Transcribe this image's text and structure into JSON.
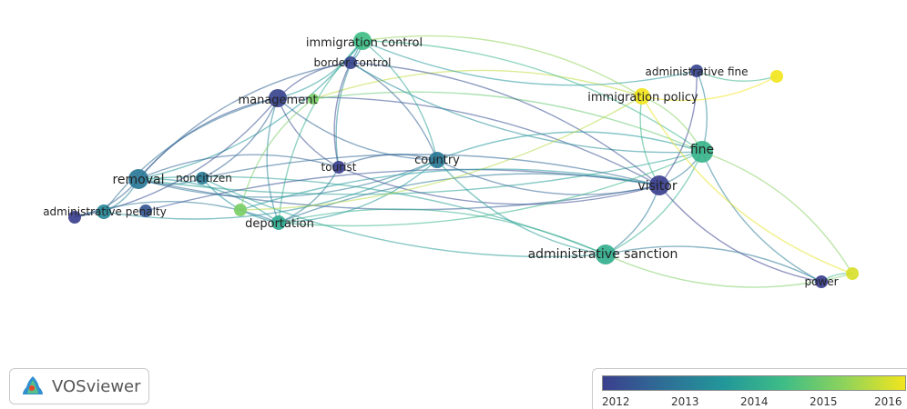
{
  "app": "VOSviewer",
  "nodes": [
    {
      "id": "immigration_control",
      "label": "immigration control",
      "year": 2014.4
    },
    {
      "id": "border_control",
      "label": "border control",
      "year": 2012.1
    },
    {
      "id": "management",
      "label": "management",
      "year": 2012.1
    },
    {
      "id": "management_b",
      "label": "",
      "year": 2015.0
    },
    {
      "id": "administrative_fine",
      "label": "administrative fine",
      "year": 2012.1
    },
    {
      "id": "fine_y",
      "label": "",
      "year": 2016.0
    },
    {
      "id": "immigration_policy",
      "label": "immigration policy",
      "year": 2016.0
    },
    {
      "id": "fine",
      "label": "fine",
      "year": 2014.2
    },
    {
      "id": "country",
      "label": "country",
      "year": 2013.0
    },
    {
      "id": "tourist",
      "label": "tourist",
      "year": 2012.0
    },
    {
      "id": "removal",
      "label": "removal",
      "year": 2013.0
    },
    {
      "id": "noncitizen",
      "label": "noncitizen",
      "year": 2013.1
    },
    {
      "id": "visitor",
      "label": "visitor",
      "year": 2012.0
    },
    {
      "id": "administrative_penalty",
      "label": "administrative penalty",
      "year": 2013.3
    },
    {
      "id": "ap_purple",
      "label": "",
      "year": 2012.0
    },
    {
      "id": "ap_blue",
      "label": "",
      "year": 2012.4
    },
    {
      "id": "deportation_g",
      "label": "",
      "year": 2015.0
    },
    {
      "id": "deportation",
      "label": "deportation",
      "year": 2014.0
    },
    {
      "id": "administrative_sanction",
      "label": "administrative sanction",
      "year": 2014.1
    },
    {
      "id": "power",
      "label": "power",
      "year": 2012.0
    },
    {
      "id": "power_y",
      "label": "",
      "year": 2015.8
    }
  ],
  "edges": [
    [
      "removal",
      "management",
      2012.4
    ],
    [
      "removal",
      "immigration_control",
      2013.6
    ],
    [
      "removal",
      "border_control",
      2012.6
    ],
    [
      "removal",
      "country",
      2013.0
    ],
    [
      "removal",
      "deportation",
      2013.6
    ],
    [
      "removal",
      "visitor",
      2012.5
    ],
    [
      "removal",
      "administrative_penalty",
      2013.2
    ],
    [
      "removal",
      "noncitizen",
      2013.0
    ],
    [
      "removal",
      "tourist",
      2012.6
    ],
    [
      "removal",
      "fine",
      2013.8
    ],
    [
      "removal",
      "administrative_sanction",
      2013.8
    ],
    [
      "ap_purple",
      "management",
      2012.3
    ],
    [
      "ap_purple",
      "deportation",
      2013.0
    ],
    [
      "ap_purple",
      "removal",
      2012.6
    ],
    [
      "ap_blue",
      "visitor",
      2012.3
    ],
    [
      "administrative_penalty",
      "country",
      2013.5
    ],
    [
      "administrative_penalty",
      "management",
      2012.8
    ],
    [
      "management",
      "immigration_control",
      2013.6
    ],
    [
      "management",
      "border_control",
      2012.2
    ],
    [
      "management",
      "tourist",
      2012.3
    ],
    [
      "management",
      "visitor",
      2012.3
    ],
    [
      "management",
      "deportation",
      2013.2
    ],
    [
      "management",
      "noncitizen",
      2012.6
    ],
    [
      "management",
      "country",
      2012.7
    ],
    [
      "management_b",
      "fine",
      2014.8
    ],
    [
      "management_b",
      "deportation_g",
      2015.0
    ],
    [
      "management_b",
      "immigration_policy",
      2015.6
    ],
    [
      "border_control",
      "tourist",
      2012.2
    ],
    [
      "border_control",
      "country",
      2012.6
    ],
    [
      "border_control",
      "fine",
      2013.4
    ],
    [
      "border_control",
      "visitor",
      2012.3
    ],
    [
      "border_control",
      "immigration_control",
      2013.2
    ],
    [
      "immigration_control",
      "fine",
      2014.2
    ],
    [
      "immigration_control",
      "administrative_fine",
      2013.6
    ],
    [
      "immigration_control",
      "immigration_policy",
      2015.2
    ],
    [
      "immigration_control",
      "tourist",
      2013.3
    ],
    [
      "immigration_control",
      "country",
      2013.8
    ],
    [
      "immigration_control",
      "deportation",
      2014.1
    ],
    [
      "tourist",
      "country",
      2012.6
    ],
    [
      "tourist",
      "visitor",
      2012.2
    ],
    [
      "tourist",
      "deportation",
      2013.1
    ],
    [
      "country",
      "visitor",
      2012.6
    ],
    [
      "country",
      "fine",
      2013.6
    ],
    [
      "country",
      "administrative_sanction",
      2013.7
    ],
    [
      "country",
      "deportation",
      2013.6
    ],
    [
      "noncitizen",
      "deportation",
      2013.5
    ],
    [
      "noncitizen",
      "visitor",
      2012.7
    ],
    [
      "noncitizen",
      "administrative_sanction",
      2013.7
    ],
    [
      "deportation",
      "visitor",
      2013.0
    ],
    [
      "deportation",
      "fine",
      2014.2
    ],
    [
      "deportation",
      "administrative_sanction",
      2014.1
    ],
    [
      "deportation_g",
      "immigration_policy",
      2015.5
    ],
    [
      "deportation_g",
      "visitor",
      2013.6
    ],
    [
      "visitor",
      "administrative_fine",
      2012.1
    ],
    [
      "visitor",
      "immigration_policy",
      2014.2
    ],
    [
      "visitor",
      "fine",
      2013.0
    ],
    [
      "visitor",
      "administrative_sanction",
      2013.0
    ],
    [
      "visitor",
      "power",
      2012.0
    ],
    [
      "administrative_fine",
      "fine",
      2013.2
    ],
    [
      "administrative_fine",
      "fine_y",
      2014.2
    ],
    [
      "immigration_policy",
      "fine",
      2015.1
    ],
    [
      "immigration_policy",
      "fine_y",
      2016.0
    ],
    [
      "fine",
      "administrative_sanction",
      2014.1
    ],
    [
      "fine",
      "power",
      2013.1
    ],
    [
      "administrative_sanction",
      "power",
      2013.0
    ],
    [
      "administrative_sanction",
      "power_y",
      2015.0
    ],
    [
      "power",
      "power_y",
      2014.2
    ],
    [
      "immigration_policy",
      "power_y",
      2015.9
    ],
    [
      "fine",
      "power_y",
      2015.1
    ]
  ],
  "legend": {
    "ticks": [
      "2012",
      "2013",
      "2014",
      "2015",
      "2016"
    ],
    "range": [
      2012,
      2016
    ],
    "gradient": [
      "#3b3f8e",
      "#2e6e96",
      "#22979a",
      "#3fbd86",
      "#8fd35b",
      "#f2e51d"
    ]
  },
  "brand": {
    "name": "VOSviewer"
  }
}
